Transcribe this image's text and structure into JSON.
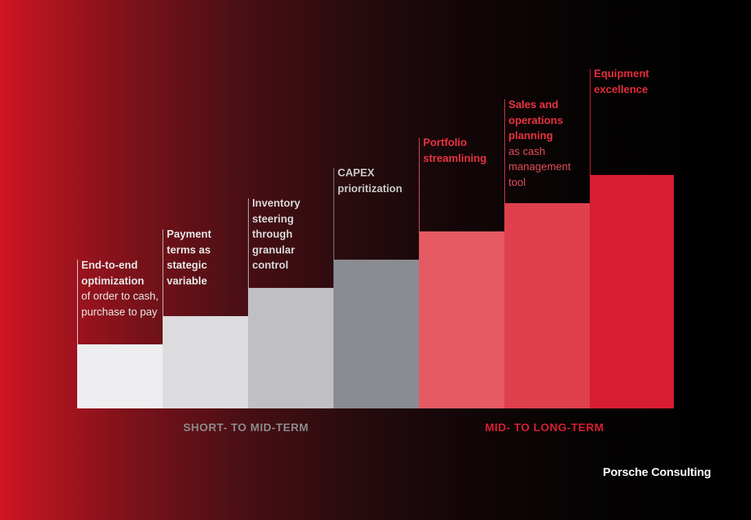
{
  "steps": [
    {
      "title": "End-to-end optimization",
      "subtitle": "of order to cash, purchase to pay",
      "bar_color": "#eeeef0",
      "text_color": "#e6e6e6",
      "sub_color": "#e6e6e6",
      "line_color": "#e6e6e6"
    },
    {
      "title": "Payment terms as stategic variable",
      "subtitle": "",
      "bar_color": "#dcdcdf",
      "text_color": "#e6e6e6",
      "sub_color": "#e6e6e6",
      "line_color": "#cfcfd2"
    },
    {
      "title": "Inventory steering through granular control",
      "subtitle": "",
      "bar_color": "#c0c0c4",
      "text_color": "#d8d8db",
      "sub_color": "#d8d8db",
      "line_color": "#bdbdc0"
    },
    {
      "title": "CAPEX prioritization",
      "subtitle": "",
      "bar_color": "#8a8c92",
      "text_color": "#c9c9cc",
      "sub_color": "#c9c9cc",
      "line_color": "#8a8c92"
    },
    {
      "title": "Portfolio streamlining",
      "subtitle": "",
      "bar_color": "#e65a64",
      "text_color": "#e8323f",
      "sub_color": "#e8323f",
      "line_color": "#e65a64"
    },
    {
      "title": "Sales and operations planning",
      "subtitle": "as cash management tool",
      "bar_color": "#e0404d",
      "text_color": "#e8323f",
      "sub_color": "#e24e58",
      "line_color": "#e0404d"
    },
    {
      "title": "Equipment excellence",
      "subtitle": "",
      "bar_color": "#d81d32",
      "text_color": "#e32a3a",
      "sub_color": "#e32a3a",
      "line_color": "#d81d32"
    }
  ],
  "sections": {
    "short_label": "SHORT- TO MID-TERM",
    "short_color": "#8a8a8e",
    "long_label": "MID- TO LONG-TERM",
    "long_color": "#d81d32"
  },
  "brand": "Porsche Consulting"
}
